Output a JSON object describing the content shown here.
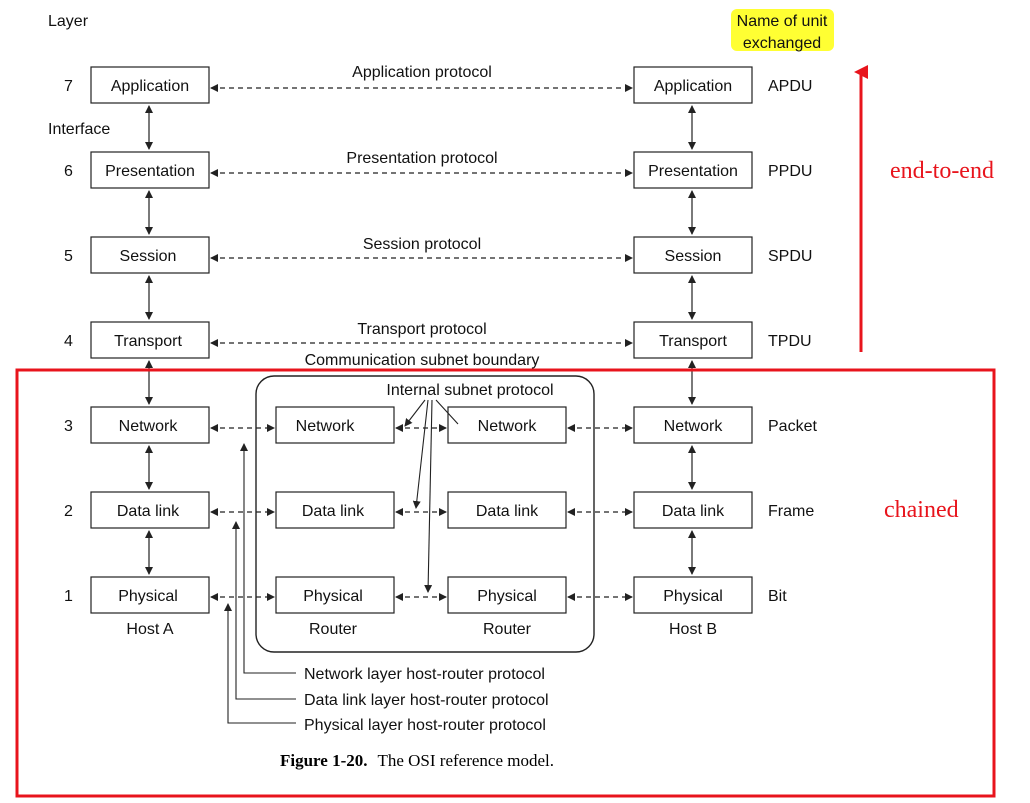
{
  "header": {
    "layer_label": "Layer",
    "unit_label_line1": "Name of unit",
    "unit_label_line2": "exchanged",
    "interface_label": "Interface"
  },
  "layers": [
    {
      "num": "7",
      "name": "Application",
      "protocol": "Application protocol",
      "unit": "APDU"
    },
    {
      "num": "6",
      "name": "Presentation",
      "protocol": "Presentation protocol",
      "unit": "PPDU"
    },
    {
      "num": "5",
      "name": "Session",
      "protocol": "Session protocol",
      "unit": "SPDU"
    },
    {
      "num": "4",
      "name": "Transport",
      "protocol": "Transport protocol",
      "unit": "TPDU"
    },
    {
      "num": "3",
      "name": "Network",
      "unit": "Packet"
    },
    {
      "num": "2",
      "name": "Data link",
      "unit": "Frame"
    },
    {
      "num": "1",
      "name": "Physical",
      "unit": "Bit"
    }
  ],
  "subnet": {
    "boundary_label": "Communication subnet boundary",
    "internal_protocol": "Internal subnet protocol",
    "router_label": "Router"
  },
  "hosts": {
    "a": "Host A",
    "b": "Host B"
  },
  "host_router_protocols": [
    "Network layer host-router protocol",
    "Data link layer host-router protocol",
    "Physical layer host-router protocol"
  ],
  "caption": {
    "figure": "Figure 1-20.",
    "text": "The OSI reference model."
  },
  "annotations": {
    "end_to_end": "end-to-end",
    "chained": "chained"
  },
  "colors": {
    "annotation": "#e8141c",
    "highlight": "#ffff33",
    "line": "#222222"
  }
}
